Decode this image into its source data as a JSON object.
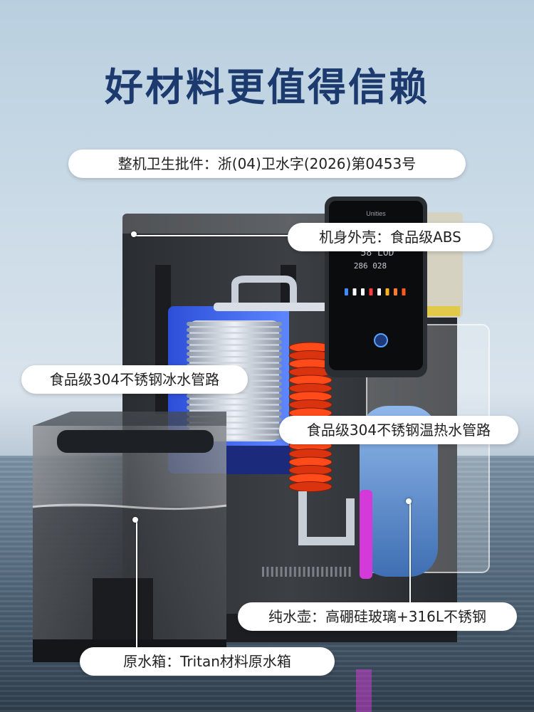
{
  "title": "好材料更值得信赖",
  "license": "整机卫生批件：浙(04)卫水字(2026)第0453号",
  "labels": {
    "shell": "机身外壳：食品级ABS",
    "cold_pipe": "食品级304不锈钢冰水管路",
    "hot_pipe": "食品级304不锈钢温热水管路",
    "pure_tank": "纯水壶：高硼硅玻璃+316L不锈钢",
    "raw_tank": "原水箱：Tritan材料原水箱"
  },
  "panel": {
    "brand": "Unities",
    "readout_line1": "58 LOD",
    "readout_line2": "286 028"
  }
}
